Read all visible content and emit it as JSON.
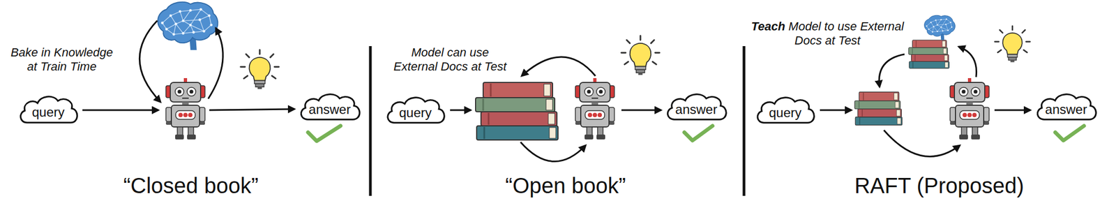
{
  "diagram": {
    "nodes": [
      {
        "text": [
          "query"
        ]
      },
      {
        "text": [
          "answer"
        ]
      },
      {
        "text": [
          "query"
        ]
      },
      {
        "text": [
          "answer"
        ]
      },
      {
        "text": [
          "query"
        ]
      },
      {
        "text": [
          "answer"
        ]
      }
    ],
    "labels": [
      "Bake in Knowledge at Train Time",
      "“Closed book”",
      "Model can use External Docs at Test",
      "“Open book”",
      "Teach",
      "Model to use External Docs at Test",
      "RAFT (Proposed)"
    ]
  }
}
